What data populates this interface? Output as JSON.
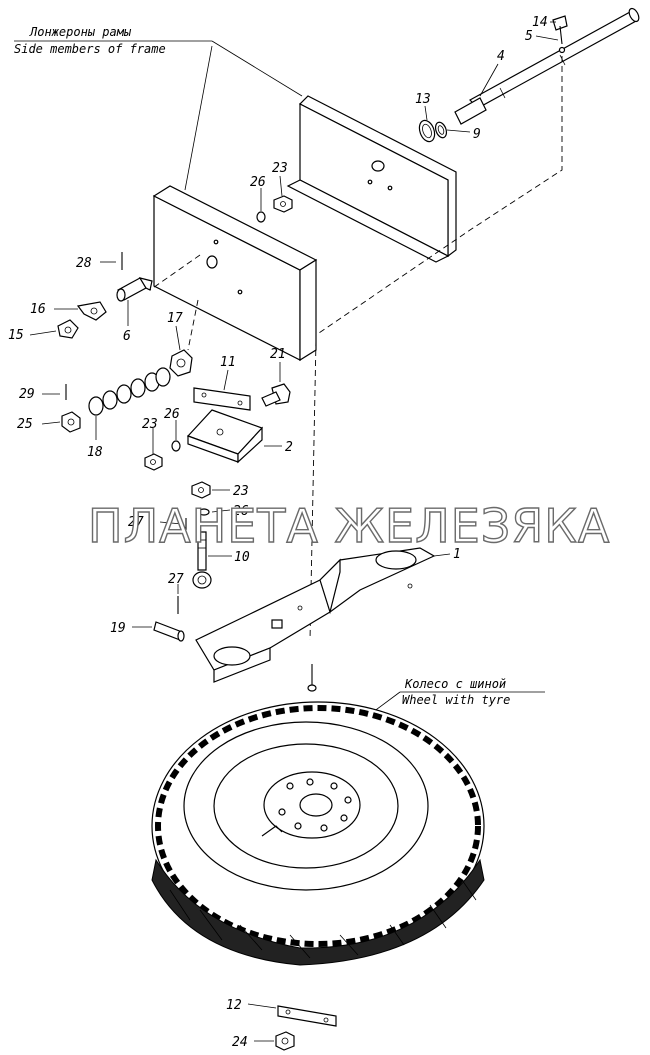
{
  "captions": {
    "side_members_ru": "Лонжероны рамы",
    "side_members_en": "Side members of frame",
    "wheel_ru": "Колесо с шиной",
    "wheel_en": "Wheel with tyre"
  },
  "watermark": "ПЛАНЕТА ЖЕЛЕЗЯКА",
  "callouts": {
    "n1": "1",
    "n2": "2",
    "n4": "4",
    "n5": "5",
    "n6": "6",
    "n9": "9",
    "n10": "10",
    "n11": "11",
    "n12": "12",
    "n13": "13",
    "n14": "14",
    "n15": "15",
    "n16": "16",
    "n17": "17",
    "n18": "18",
    "n19": "19",
    "n21": "21",
    "n23a": "23",
    "n23b": "23",
    "n23c": "23",
    "n24": "24",
    "n25": "25",
    "n26a": "26",
    "n26b": "26",
    "n26c": "26",
    "n27a": "27",
    "n27b": "27",
    "n28": "28",
    "n29": "29"
  }
}
